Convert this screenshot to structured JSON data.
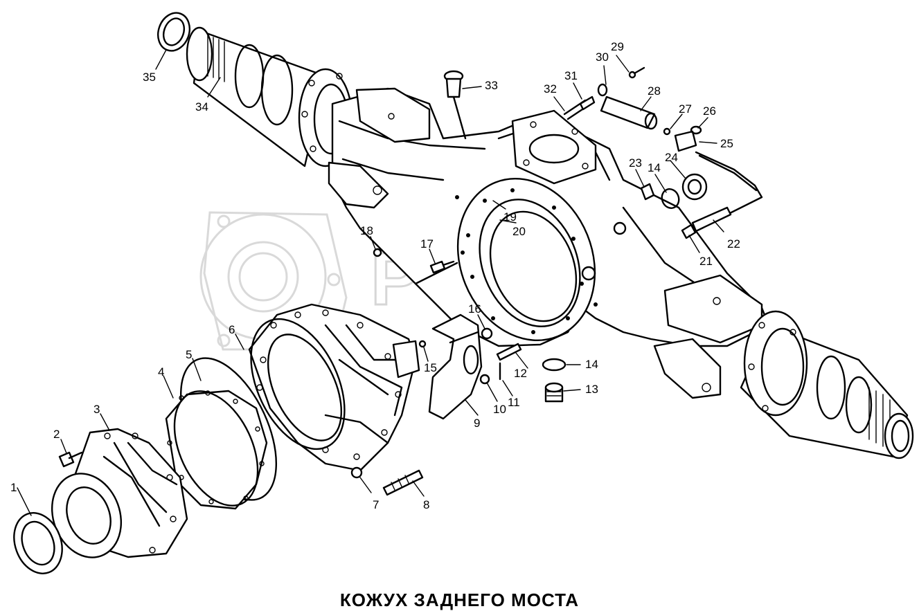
{
  "caption": "КОЖУХ ЗАДНЕГО МОСТА",
  "watermark": "РОТОР",
  "part_numbers": [
    "1",
    "2",
    "3",
    "4",
    "5",
    "6",
    "7",
    "8",
    "9",
    "10",
    "11",
    "12",
    "13",
    "14",
    "15",
    "16",
    "17",
    "18",
    "19",
    "20",
    "21",
    "22",
    "23",
    "14",
    "24",
    "25",
    "26",
    "27",
    "28",
    "29",
    "30",
    "31",
    "32",
    "33",
    "34",
    "35"
  ]
}
